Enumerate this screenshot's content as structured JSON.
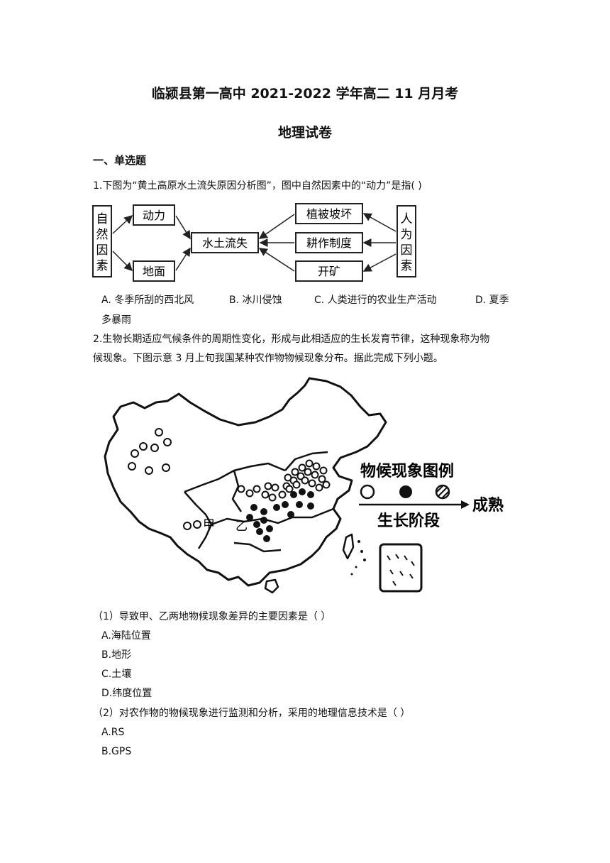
{
  "header": {
    "title": "临颍县第一高中 2021-2022 学年高二 11 月月考",
    "subtitle": "地理试卷"
  },
  "section": {
    "heading": "一、单选题"
  },
  "q1": {
    "stem": "1.下图为“黄土高原水土流失原因分析图”，图中自然因素中的“动力”是指(        )",
    "diagram": {
      "natural_label": "自然因素",
      "human_label": "人为因素",
      "center": "水土流失",
      "natural_items": [
        "动力",
        "地面"
      ],
      "human_items": [
        "植被坡坏",
        "耕作制度",
        "开矿"
      ]
    },
    "options": {
      "a": "A. 冬季所刮的西北风",
      "b": "B. 冰川侵蚀",
      "c": "C. 人类进行的农业生产活动",
      "d": "D. 夏季",
      "d_cont": "多暴雨"
    }
  },
  "q2": {
    "stem_line1": "2.生物长期适应气候条件的周期性变化，形成与此相适应的生长发育节律，这种现象称为物",
    "stem_line2": "候现象。下图示意 3 月上旬我国某种农作物物候现象分布。据此完成下列小题。",
    "map": {
      "legend_title": "物候现象图例",
      "arrow_end": "成熟",
      "arrow_label": "生长阶段",
      "label_jia": "甲",
      "label_yi": "乙"
    },
    "sub1": {
      "stem": "（1）导致甲、乙两地物候现象差异的主要因素是（      ）",
      "options": [
        "A.海陆位置",
        "B.地形",
        "C.土壤",
        "D.纬度位置"
      ]
    },
    "sub2": {
      "stem": "（2）对农作物的物候现象进行监测和分析，采用的地理信息技术是（      ）",
      "options": [
        "A.RS",
        "B.GPS"
      ]
    }
  }
}
